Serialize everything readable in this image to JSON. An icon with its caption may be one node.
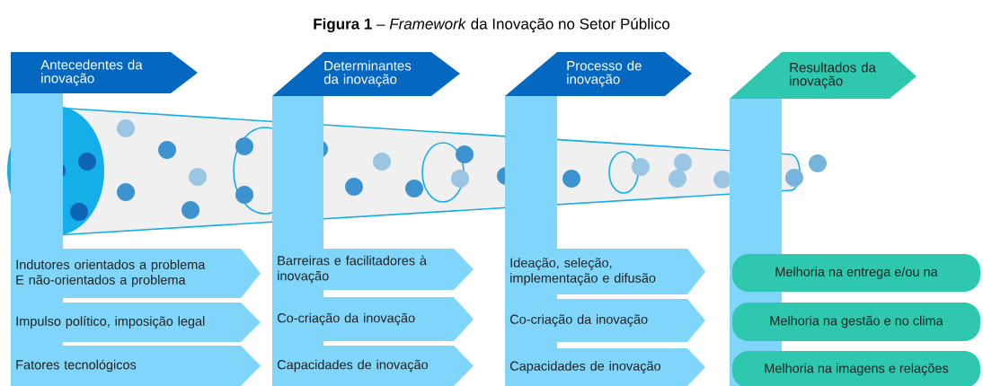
{
  "diagram": {
    "title": "**Figura 1** – *Framework* da Inovação no Setor Público",
    "nodes": [
      {
        "text": [
          "Antecedentes da inovação"
        ]
      },
      {
        "text": [
          "Determinantes da inovação"
        ]
      },
      {
        "text": [
          "Processo de inovação"
        ]
      },
      {
        "text": [
          "Resultados da inovação"
        ]
      },
      {
        "text": [
          "Indutores orientados a problema E não-orientados a problema"
        ]
      },
      {
        "text": [
          "Impulso político, imposição legal"
        ]
      },
      {
        "text": [
          "Fatores tecnológicos"
        ]
      },
      {
        "text": [
          "Barreiras e facilitadores à inovação"
        ]
      },
      {
        "text": [
          "Co-criação da inovação"
        ]
      },
      {
        "text": [
          "Capacidades de inovação"
        ]
      },
      {
        "text": [
          "Ideação, seleção, implementação e difusão"
        ]
      },
      {
        "text": [
          "Co-criação da inovação"
        ]
      },
      {
        "text": [
          "Capacidades de inovação"
        ]
      },
      {
        "text": [
          "Melhoria na entrega e/ou na"
        ]
      },
      {
        "text": [
          "Melhoria na gestão e no clima"
        ]
      },
      {
        "text": [
          "Melhoria na imagens e relações"
        ]
      }
    ]
  }
}
